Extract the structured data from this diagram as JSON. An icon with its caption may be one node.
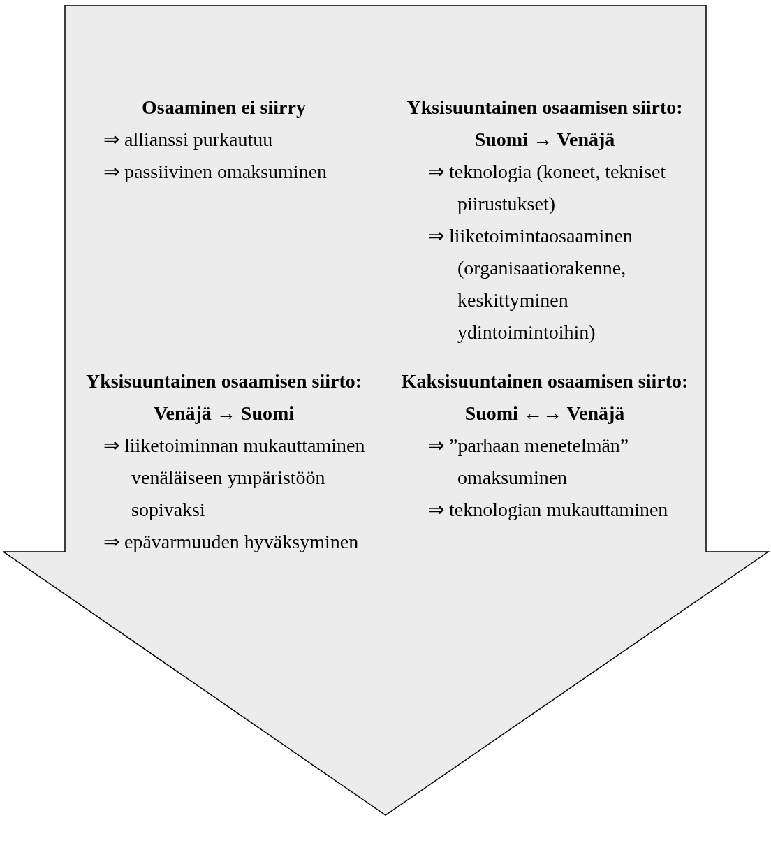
{
  "diagram": {
    "nodes": [
      {
        "text": [],
        "shape": "arrow"
      },
      {
        "text": [
          "Osaaminen ei siirry",
          "⇒ allianssi purkautuu",
          "⇒ passiivinen omaksuminen"
        ],
        "in": 0
      },
      {
        "text": [
          "Yksisuuntainen osaamisen siirto: Suomi → Venäjä",
          "⇒ teknologia (koneet, tekniset piirustukset)",
          "⇒ liiketoimintaosaaminen (organisaatiorakenne, keskittyminen ydintoimintoihin)"
        ],
        "in": 0
      },
      {
        "text": [
          "Yksisuuntainen osaamisen siirto: Venäjä → Suomi",
          "⇒ liiketoiminnan mukauttaminen venäläiseen ympäristöön sopivaksi",
          "⇒ epävarmuuden hyväksyminen"
        ],
        "in": 0
      },
      {
        "text": [
          "Kaksisuuntainen osaamisen siirto: Suomi ←→ Venäjä",
          "⇒ ”parhaan menetelmän” omaksuminen",
          "⇒ teknologian mukauttaminen"
        ],
        "in": 0
      }
    ]
  }
}
